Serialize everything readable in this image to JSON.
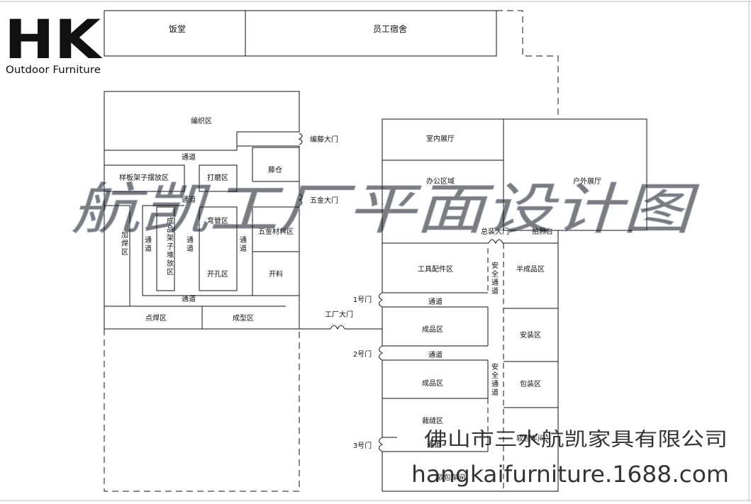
{
  "logo": {
    "mark": "HK",
    "tagline": "Outdoor Furniture"
  },
  "top_buildings": {
    "canteen": "饭堂",
    "dormitory": "员工宿舍"
  },
  "left_block": {
    "weaving": "编织区",
    "weaving_gate": "编藤大门",
    "aisle_top": "通道",
    "sample_rack": "样板架子摆放区",
    "sanding": "打磨区",
    "rattan_store": "藤仓",
    "aisle_mid": "通道",
    "hardware_gate": "五金大门",
    "welding": "加焊区",
    "aisle_v1": "通道",
    "finished_rack": "成品架子堆放区",
    "aisle_v2": "通道",
    "bending": "弯管区",
    "drilling": "开孔区",
    "aisle_v3": "通道",
    "hardware_material": "五金材料区",
    "cutting": "开料",
    "aisle_bottom": "通道",
    "spot_welding": "点焊区",
    "forming": "成型区"
  },
  "factory_gate": "工厂大门",
  "right_block": {
    "indoor_showroom": "室内展厅",
    "office": "办公区域",
    "outdoor_showroom": "户外展厅",
    "assembly_gate": "总装大门",
    "photo_stage": "拍照台",
    "tools_parts": "工具配件区",
    "safety_aisle_1": "安全通道",
    "semi_finished": "半成品区",
    "door1": "1号门",
    "aisle_1": "通道",
    "finished_1": "成品区",
    "installation": "安装区",
    "door2": "2号门",
    "aisle_2": "通道",
    "finished_2": "成品区",
    "safety_aisle_2": "安全通道",
    "packing": "包装区",
    "sewing": "裁缝区",
    "door3": "3号门",
    "aisle_3": "通道",
    "soft_upholstery_workshop": "软包车间",
    "soft_workshop": "软包车间"
  },
  "watermarks": {
    "title": "航凯工厂平面设计图",
    "company": "佛山市三水航凯家具有限公司",
    "site": "hangkaifurniture.1688.com"
  },
  "colors": {
    "line": "#111111",
    "watermark_title": "#c7d3ea",
    "watermark_text": "#d6d6d6"
  }
}
